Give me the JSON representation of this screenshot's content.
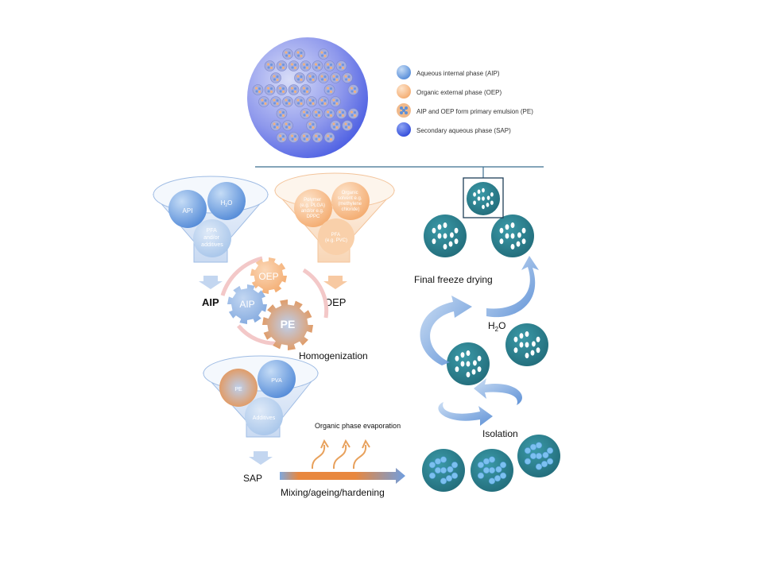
{
  "legend": {
    "aip": "Aqueous internal phase (AIP)",
    "oep": "Organic external phase (OEP)",
    "pe": "AIP and OEP form primary emulsion (PE)",
    "sap": "Secondary aqueous phase (SAP)"
  },
  "funnel_aip": {
    "api": "API",
    "h2o_main": "H",
    "h2o_sub": "2",
    "h2o_end": "O",
    "pfa_line1": "PFA",
    "pfa_line2": "and/or",
    "pfa_line3": "additives",
    "out_label": "AIP"
  },
  "funnel_oep": {
    "polymer_line1": "Polymer",
    "polymer_line2": "(e.g. PLGA)",
    "polymer_line3": "and/or e.g.",
    "polymer_line4": "DPPC",
    "solvent_line1": "Organic",
    "solvent_line2": "solvent e.g.",
    "solvent_line3": "(methylene",
    "solvent_line4": "chloride)",
    "pfa_line1": "PFA",
    "pfa_line2": "(e.g. PVC)",
    "out_label": "OEP"
  },
  "gears": {
    "oep": "OEP",
    "aip": "AIP",
    "pe": "PE",
    "caption": "Homogenization"
  },
  "funnel_sap": {
    "pe": "PE",
    "pva": "PVA",
    "additives": "Additives",
    "out_label": "SAP"
  },
  "process": {
    "evaporation": "Organic phase evaporation",
    "mixing": "Mixing/ageing/hardening",
    "isolation": "Isolation",
    "water_main": "H",
    "water_sub": "2",
    "water_end": "O",
    "freeze_drying": "Final freeze drying"
  },
  "colors": {
    "aip": "#5b8fd8",
    "oep": "#f4b27a",
    "sap": "#3a5fe0",
    "particle": "#2a7f8e",
    "arrow": "#5b90d4"
  }
}
